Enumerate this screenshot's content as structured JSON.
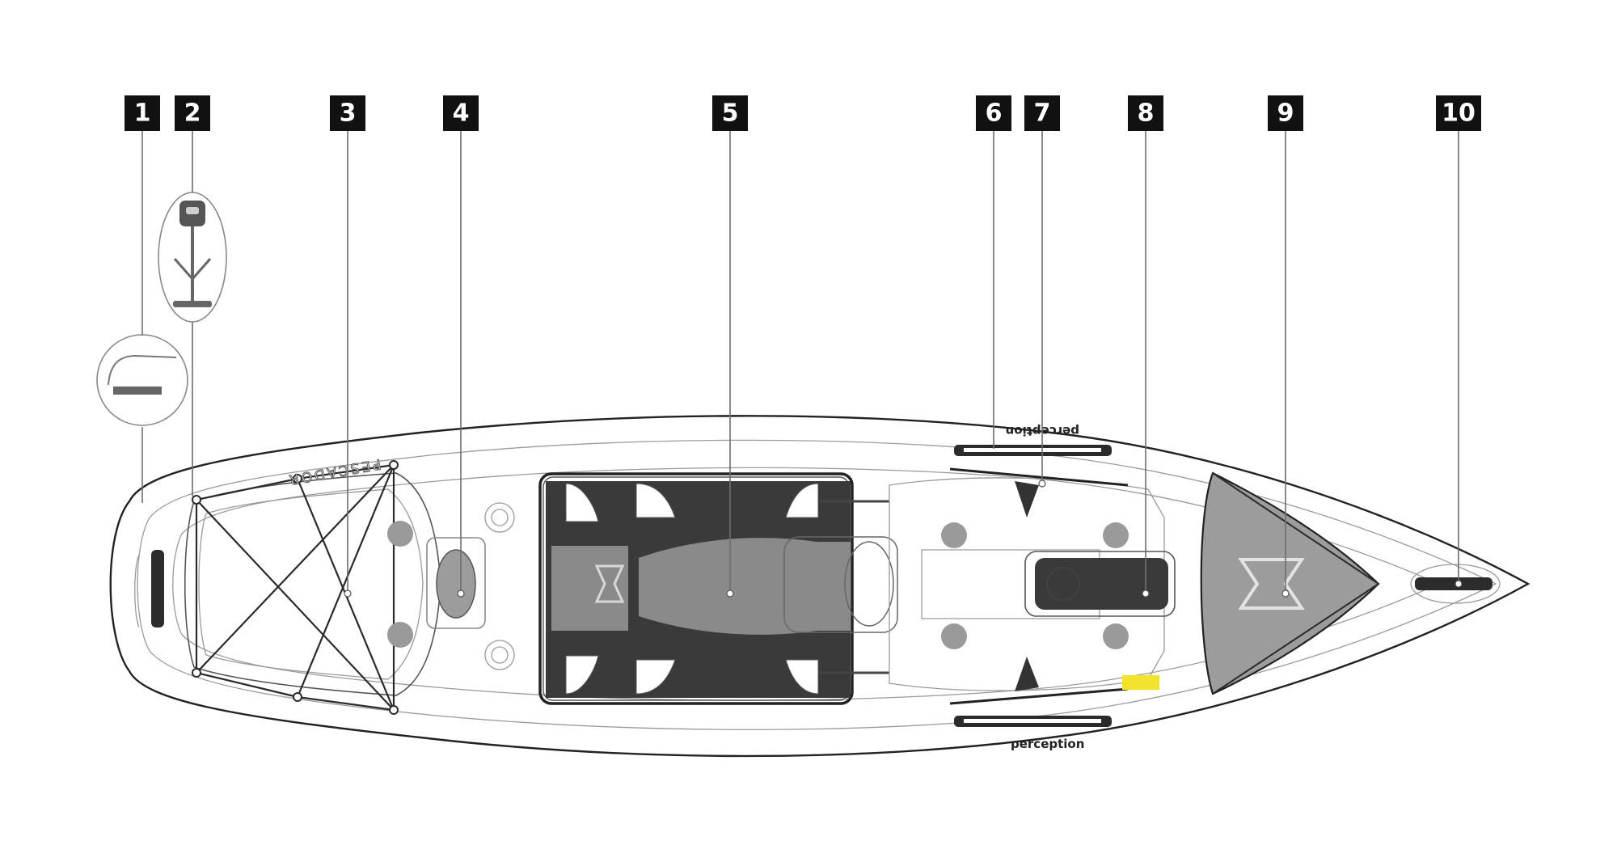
{
  "diagram": {
    "subject": "kayak",
    "brand_text": "perception",
    "model_text": "PESCADOR",
    "callouts": [
      "1",
      "2",
      "3",
      "4",
      "5",
      "6",
      "7",
      "8",
      "9",
      "10"
    ]
  },
  "colors": {
    "callout_box": "#111111",
    "callout_text": "#ffffff",
    "seat_dark": "#3a3a3a",
    "seat_mid": "#8a8a8a",
    "hatch_grey": "#9c9c9c",
    "accent_yellow": "#f2e32a"
  }
}
